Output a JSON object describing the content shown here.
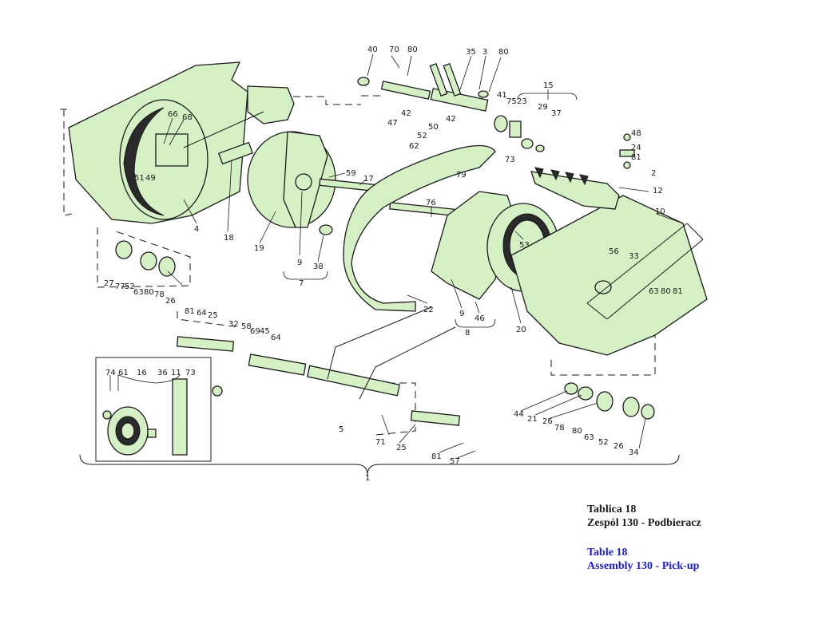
{
  "captions": {
    "pl_table": "Tablica 18",
    "pl_assembly": "Zespól 130 - Podbieracz",
    "en_table": "Table 18",
    "en_assembly": "Assembly 130 - Pick-up"
  },
  "colors": {
    "part_fill": "#d6f0c6",
    "ink": "#1a1a1a",
    "english_caption": "#1f1fbf"
  },
  "callouts": [
    "40",
    "70",
    "80",
    "35",
    "3",
    "80",
    "15",
    "42",
    "47",
    "41",
    "75",
    "23",
    "29",
    "37",
    "42",
    "50",
    "52",
    "62",
    "73",
    "79",
    "48",
    "24",
    "81",
    "2",
    "12",
    "10",
    "66",
    "68",
    "51",
    "49",
    "4",
    "18",
    "19",
    "59",
    "17",
    "9",
    "38",
    "7",
    "76",
    "53",
    "56",
    "33",
    "63",
    "80",
    "81",
    "22",
    "9",
    "46",
    "8",
    "20",
    "27",
    "77",
    "52",
    "63",
    "80",
    "78",
    "26",
    "81",
    "64",
    "25",
    "32",
    "58",
    "69",
    "45",
    "64",
    "74",
    "61",
    "16",
    "36",
    "11",
    "73",
    "5",
    "71",
    "25",
    "81",
    "57",
    "44",
    "21",
    "26",
    "78",
    "80",
    "63",
    "52",
    "26",
    "34",
    "1"
  ]
}
